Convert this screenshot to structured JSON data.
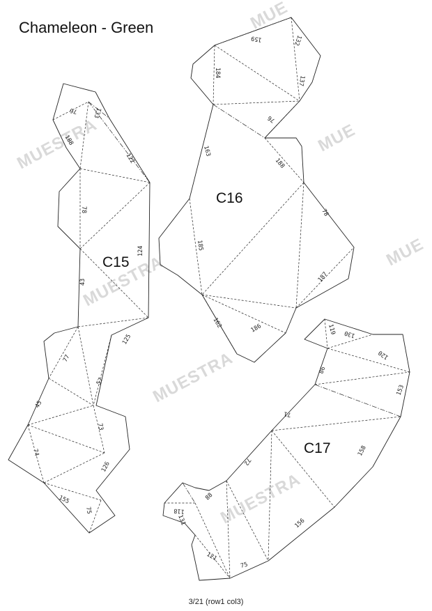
{
  "header": {
    "title": "Chameleon - Green"
  },
  "footer": {
    "page_label": "3/21 (row1 col3)"
  },
  "watermark": {
    "text": "MUESTRA",
    "partial_text": "MUE",
    "color": "#d9d9d9"
  },
  "pieces": {
    "c15": {
      "label": "C15",
      "edges": [
        "76",
        "133",
        "188",
        "122",
        "78",
        "124",
        "43",
        "125",
        "77",
        "57",
        "45",
        "73",
        "74",
        "126",
        "155",
        "75"
      ]
    },
    "c16": {
      "label": "C16",
      "edges": [
        "159",
        "132",
        "184",
        "137",
        "76",
        "163",
        "188",
        "78",
        "185",
        "187",
        "162",
        "186"
      ]
    },
    "c17": {
      "label": "C17",
      "edges": [
        "119",
        "130",
        "120",
        "86",
        "153",
        "71",
        "158",
        "72",
        "88",
        "118",
        "131",
        "156",
        "121",
        "75"
      ]
    }
  }
}
